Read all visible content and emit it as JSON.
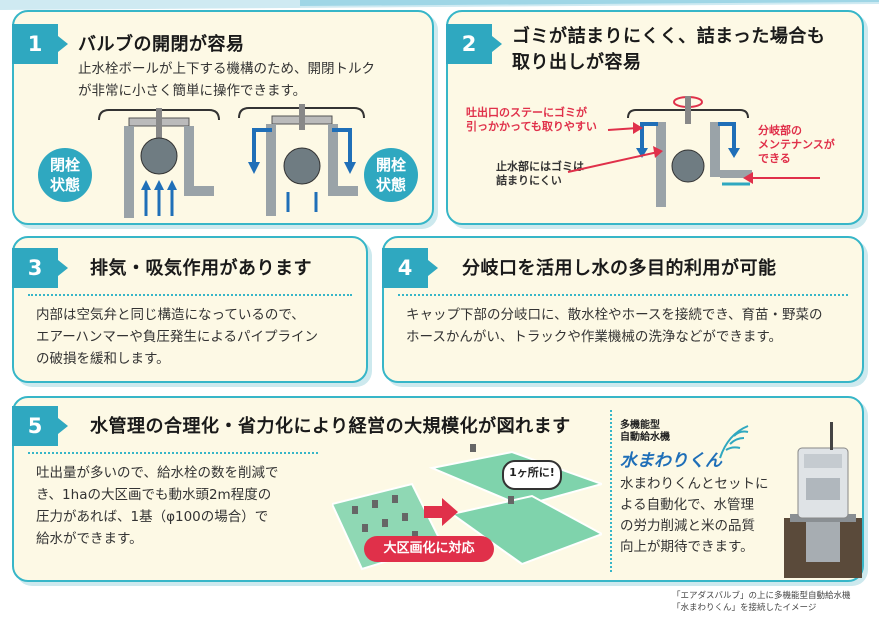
{
  "panel1": {
    "number": "1",
    "title": "バルブの開閉が容易",
    "body_line1": "止水栓ボールが上下する機構のため、開閉トルク",
    "body_line2": "が非常に小さく簡単に操作できます。",
    "label_closed": "閉栓状態",
    "label_open": "開栓状態"
  },
  "panel2": {
    "number": "2",
    "title_line1": "ゴミが詰まりにくく、詰まった場合も",
    "title_line2": "取り出しが容易",
    "note_outlet_line1": "吐出口のステーにゴミが",
    "note_outlet_line2": "引っかかっても取りやすい",
    "note_stop_line1": "止水部にはゴミは",
    "note_stop_line2": "詰まりにくい",
    "note_branch_line1": "分岐部の",
    "note_branch_line2": "メンテナンスが",
    "note_branch_line3": "できる"
  },
  "panel3": {
    "number": "3",
    "title": "排気・吸気作用があります",
    "body_line1": "内部は空気弁と同じ構造になっているので、",
    "body_line2": "エアーハンマーや負圧発生によるパイプライン",
    "body_line3": "の破損を緩和します。"
  },
  "panel4": {
    "number": "4",
    "title": "分岐口を活用し水の多目的利用が可能",
    "body_line1": "キャップ下部の分岐口に、散水栓やホースを接続でき、育苗・野菜の",
    "body_line2": "ホースかんがい、トラックや作業機械の洗浄などができます。"
  },
  "panel5": {
    "number": "5",
    "title": "水管理の合理化・省力化により経営の大規模化が図れます",
    "body_line1": "吐出量が多いので、給水栓の数を削減で",
    "body_line2": "き、1haの大区画でも動水頭2m程度の",
    "body_line3": "圧力があれば、1基（φ100の場合）で",
    "body_line4": "給水ができます。",
    "bubble_one": "1ヶ所に!",
    "banner": "大区画化に対応",
    "product_type_line1": "多機能型",
    "product_type_line2": "自動給水機",
    "product_name": "水まわりくん",
    "product_body_line1": "水まわりくんとセットに",
    "product_body_line2": "よる自動化で、水管理",
    "product_body_line3": "の労力削減と米の品質",
    "product_body_line4": "向上が期待できます。"
  },
  "caption": {
    "line1": "「エアダスバルブ」の上に多機能型自動給水機",
    "line2": "「水まわりくん」を接続したイメージ"
  },
  "colors": {
    "teal": "#2fa8c0",
    "card_bg": "#fdf9e5",
    "red_note": "#e0304a",
    "arrow_blue": "#1f6fb8"
  }
}
